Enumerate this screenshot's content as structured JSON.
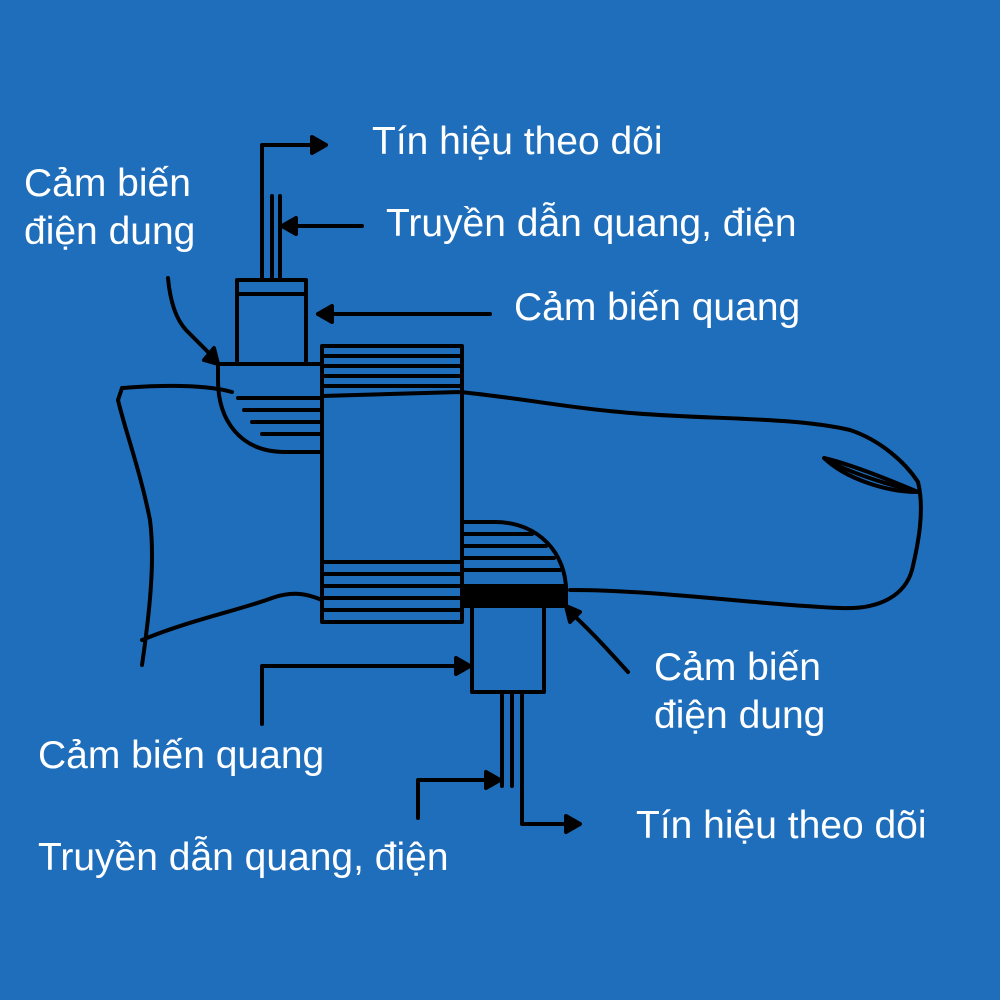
{
  "colors": {
    "background": "#1f6ebb",
    "ink": "#000000",
    "text": "#ffffff"
  },
  "labels": {
    "top_signal": "Tín hiệu theo dõi",
    "top_transmission": "Truyền dẫn quang, điện",
    "top_optical_sensor": "Cảm biến quang",
    "top_capacitive_sensor_line1": "Cảm biến",
    "top_capacitive_sensor_line2": "điện dung",
    "bottom_capacitive_sensor_line1": "Cảm biến",
    "bottom_capacitive_sensor_line2": "điện dung",
    "bottom_optical_sensor": "Cảm biến quang",
    "bottom_signal": "Tín hiệu theo dõi",
    "bottom_transmission": "Truyền dẫn quang, điện"
  }
}
